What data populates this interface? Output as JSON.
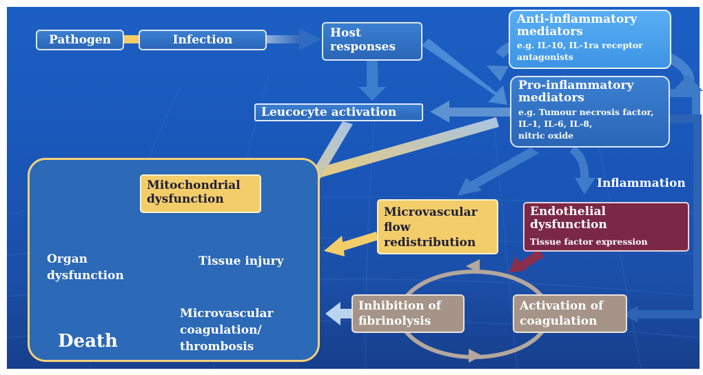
{
  "nodes": {
    "pathogen": "Pathogen",
    "infection": "Infection",
    "host_responses": [
      "Host",
      "responses"
    ],
    "anti_inflammatory": {
      "title": [
        "Anti-inflammatory",
        "mediators"
      ],
      "detail": [
        "e.g. IL-10, IL-1ra receptor",
        "antagonists"
      ]
    },
    "pro_inflammatory": {
      "title": [
        "Pro-inflammatory",
        "mediators"
      ],
      "detail": [
        "e.g. Tumour necrosis factor,",
        "IL-1, IL-6, IL-8,",
        "nitric oxide"
      ]
    },
    "leucocyte_activation": "Leucocyte activation",
    "inflammation": "Inflammation",
    "mitochondrial_dysfunction": [
      "Mitochondrial",
      "dysfunction"
    ],
    "microvascular_flow": [
      "Microvascular",
      "flow",
      "redistribution"
    ],
    "endothelial_dysfunction": {
      "title": [
        "Endothelial",
        "dysfunction"
      ],
      "detail": "Tissue factor expression"
    },
    "organ_dysfunction": [
      "Organ",
      "dysfunction"
    ],
    "tissue_injury": "Tissue injury",
    "death": "Death",
    "microvascular_coagulation": [
      "Microvascular",
      "coagulation/",
      "thrombosis"
    ],
    "inhibition_fibrinolysis": [
      "Inhibition of",
      "fibrinolysis"
    ],
    "activation_coagulation": [
      "Activation of",
      "coagulation"
    ]
  },
  "colors": {
    "background": "#1c5fc4",
    "yellow": "#f3cd6a",
    "maroon": "#7a2845",
    "taupe": "#a59487",
    "light_blue": "#59aef3"
  }
}
